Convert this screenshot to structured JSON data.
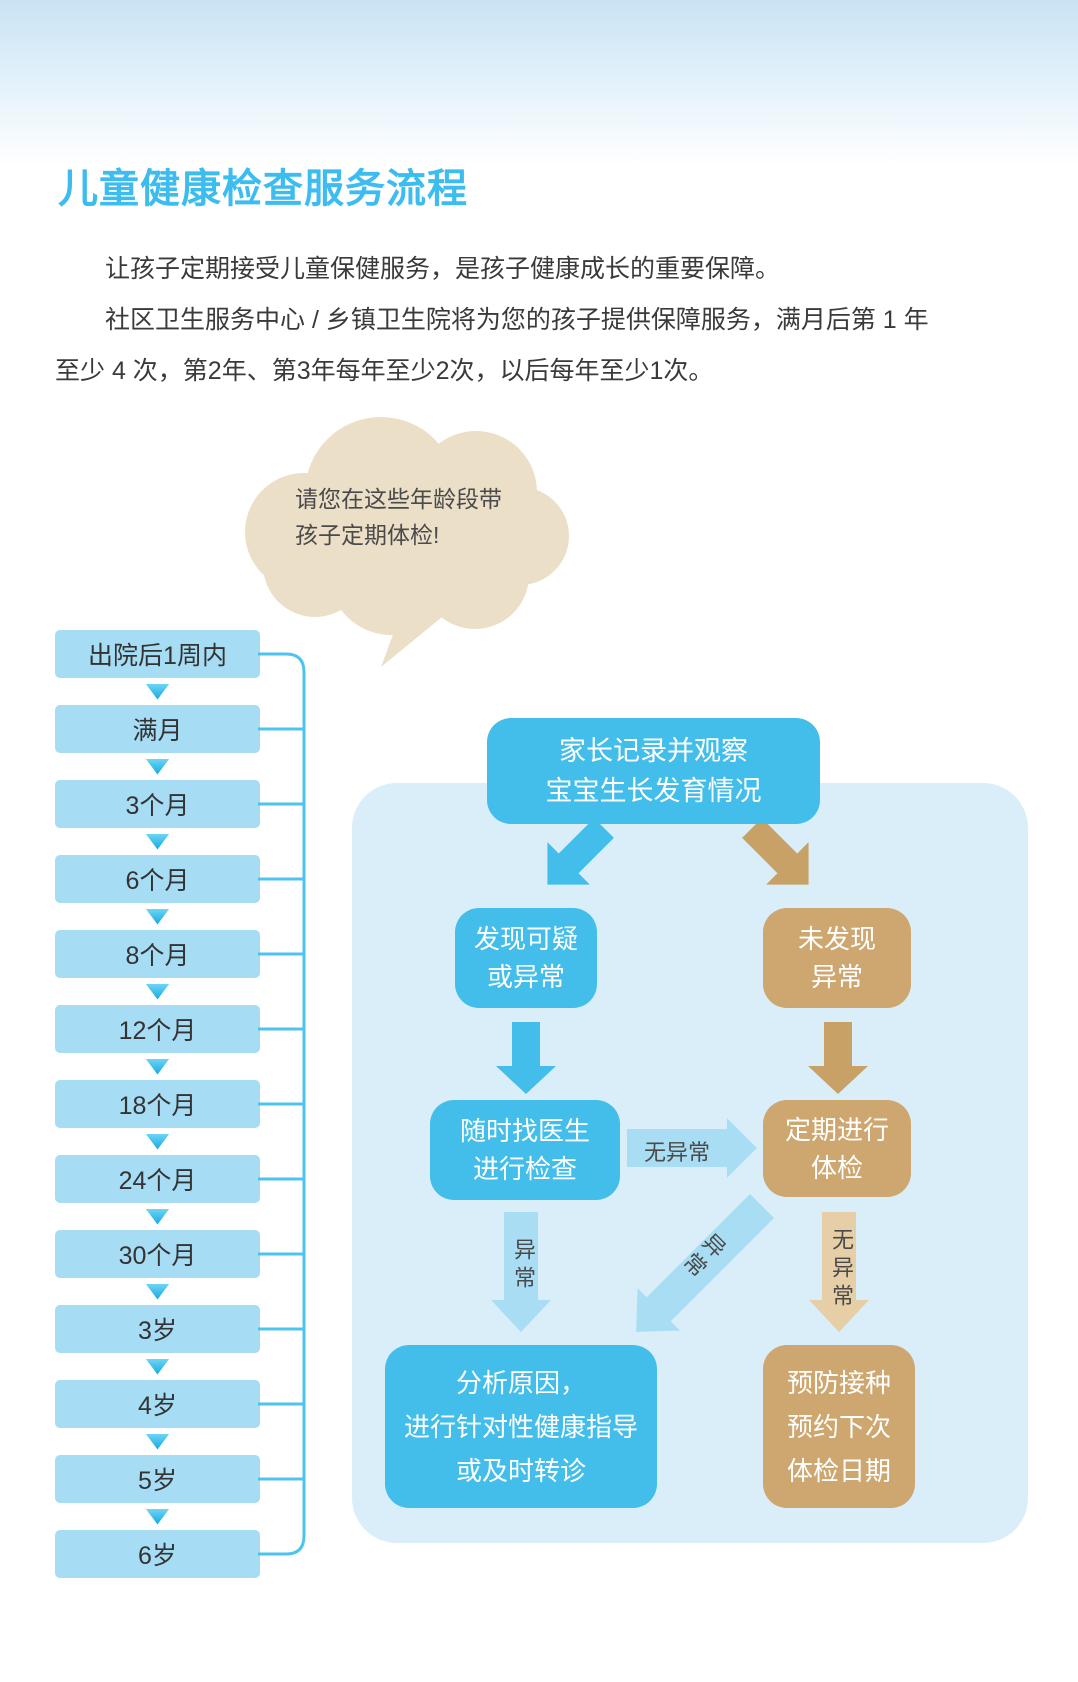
{
  "title": "儿童健康检查服务流程",
  "intro": {
    "para1": "让孩子定期接受儿童保健服务，是孩子健康成长的重要保障。",
    "para2": "社区卫生服务中心 / 乡镇卫生院将为您的孩子提供保障服务，满月后第 1 年至少 4 次，第2年、第3年每年至少2次，以后每年至少1次。"
  },
  "speech_bubble": {
    "line1": "请您在这些年龄段带",
    "line2": "孩子定期体检!"
  },
  "timeline": {
    "items": [
      "出院后1周内",
      "满月",
      "3个月",
      "6个月",
      "8个月",
      "12个月",
      "18个月",
      "24个月",
      "30个月",
      "3岁",
      "4岁",
      "5岁",
      "6岁"
    ]
  },
  "flowchart": {
    "record": {
      "line1": "家长记录并观察",
      "line2": "宝宝生长发育情况"
    },
    "suspect": {
      "line1": "发现可疑",
      "line2": "或异常"
    },
    "no_abnormal_found": {
      "line1": "未发现",
      "line2": "异常"
    },
    "see_doctor": {
      "line1": "随时找医生",
      "line2": "进行检查"
    },
    "regular_checkup": {
      "line1": "定期进行",
      "line2": "体检"
    },
    "analysis": {
      "line1": "分析原因，",
      "line2": "进行针对性健康指导",
      "line3": "或及时转诊"
    },
    "vaccination": {
      "line1": "预防接种",
      "line2": "预约下次",
      "line3": "体检日期"
    },
    "labels": {
      "no_abnormal_horizontal": "无异常",
      "abnormal_left": "异常",
      "abnormal_diagonal": "异常",
      "no_abnormal_right": "无异常"
    }
  },
  "colors": {
    "title_blue": "#3DBCEF",
    "node_blue": "#43BEEA",
    "node_tan": "#CDA76F",
    "arrow_light_blue": "#A9DDF4",
    "arrow_light_tan": "#E6CFA7",
    "panel_bg": "#D9EEF9",
    "age_box_bg": "#A6DDF5",
    "bubble_bg": "#ECDFC8"
  }
}
